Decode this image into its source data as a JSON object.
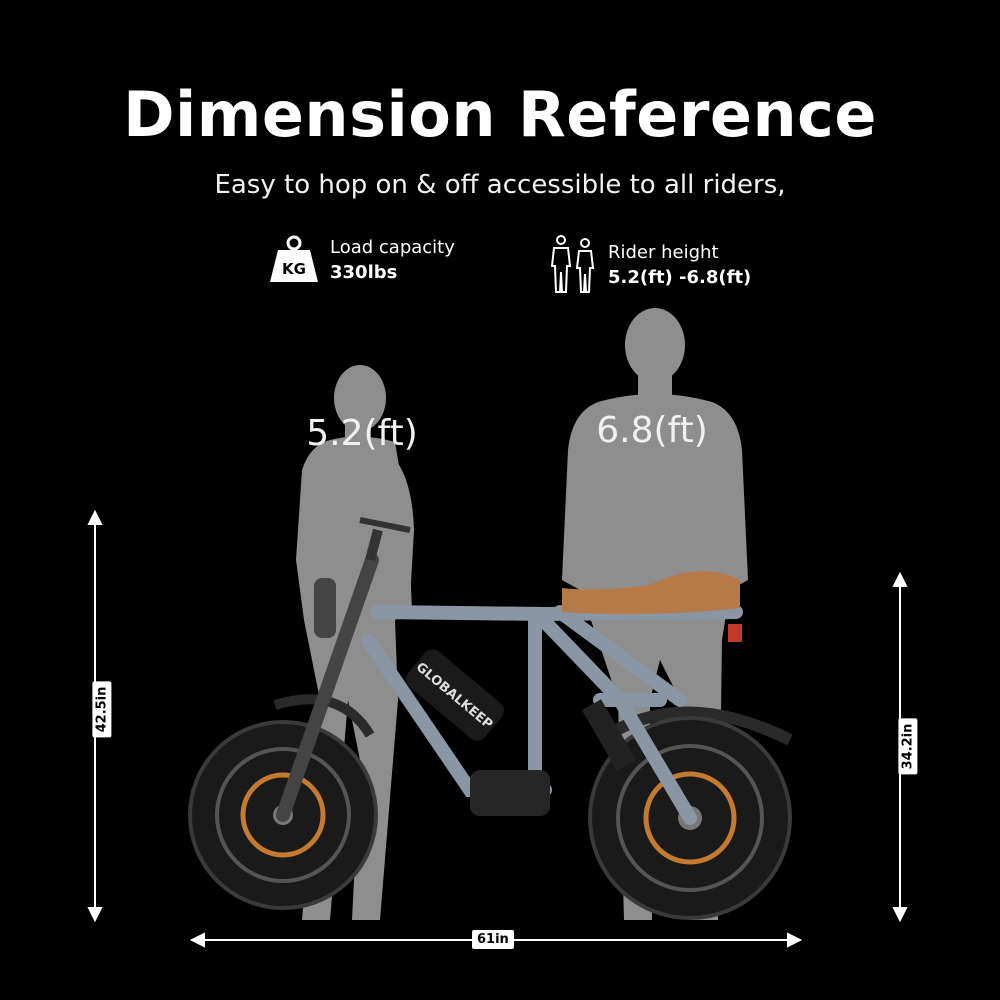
{
  "title": "Dimension Reference",
  "subtitle": "Easy to hop on & off accessible to all riders,",
  "specs": {
    "load": {
      "label": "Load capacity",
      "value": "330lbs",
      "icon_text": "KG",
      "icon": "weight-icon"
    },
    "height": {
      "label": "Rider height",
      "value": "5.2(ft) -6.8(ft)",
      "icon": "riders-icon"
    }
  },
  "riders": {
    "short": "5.2(ft)",
    "tall": "6.8(ft)"
  },
  "dimensions": {
    "overall_height": "42.5in",
    "seat_height": "34.2in",
    "length": "61in"
  },
  "brand": "GLOBALKEEP",
  "colors": {
    "background": "#000000",
    "silhouette": "#8e8e8e",
    "frame": "#8a96a3",
    "seat": "#b67a48"
  }
}
